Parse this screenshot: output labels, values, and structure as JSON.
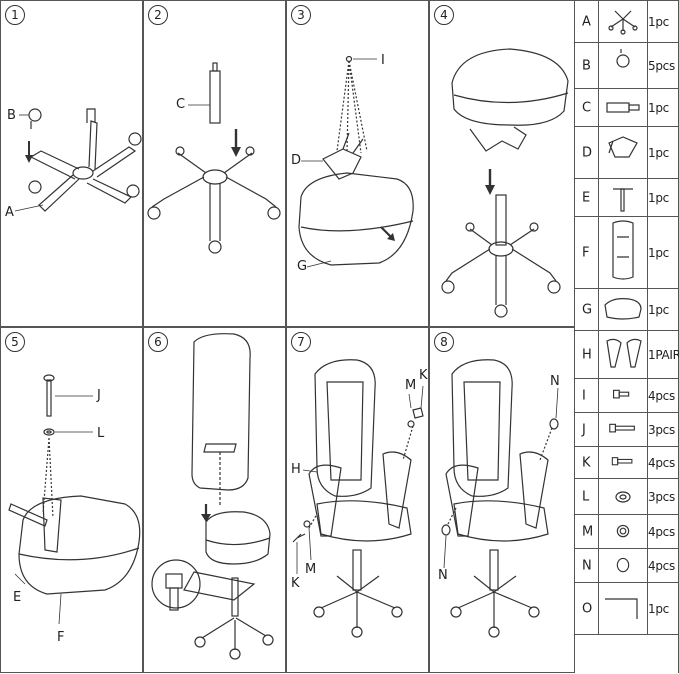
{
  "steps": [
    "1",
    "2",
    "3",
    "4",
    "5",
    "6",
    "7",
    "8"
  ],
  "callouts": {
    "s1": [
      "B",
      "A"
    ],
    "s2": [
      "C"
    ],
    "s3": [
      "I",
      "D",
      "G"
    ],
    "s5": [
      "J",
      "L",
      "E",
      "F"
    ],
    "s7": [
      "M",
      "K",
      "H",
      "K",
      "M"
    ],
    "s8": [
      "N",
      "N"
    ]
  },
  "parts": [
    {
      "letter": "A",
      "icon": "base-icon",
      "qty": "1pc"
    },
    {
      "letter": "B",
      "icon": "caster-icon",
      "qty": "5pcs"
    },
    {
      "letter": "C",
      "icon": "gas-lift-icon",
      "qty": "1pc"
    },
    {
      "letter": "D",
      "icon": "mechanism-icon",
      "qty": "1pc"
    },
    {
      "letter": "E",
      "icon": "handle-icon",
      "qty": "1pc"
    },
    {
      "letter": "F",
      "icon": "backrest-icon",
      "qty": "1pc"
    },
    {
      "letter": "G",
      "icon": "seat-icon",
      "qty": "1pc"
    },
    {
      "letter": "H",
      "icon": "armrest-icon",
      "qty": "1PAIR"
    },
    {
      "letter": "I",
      "icon": "short-bolt-icon",
      "qty": "4pcs"
    },
    {
      "letter": "J",
      "icon": "long-bolt-icon",
      "qty": "3pcs"
    },
    {
      "letter": "K",
      "icon": "bolt-icon",
      "qty": "4pcs"
    },
    {
      "letter": "L",
      "icon": "washer-icon",
      "qty": "3pcs"
    },
    {
      "letter": "M",
      "icon": "spring-washer-icon",
      "qty": "4pcs"
    },
    {
      "letter": "N",
      "icon": "cap-icon",
      "qty": "4pcs"
    },
    {
      "letter": "O",
      "icon": "hex-key-icon",
      "qty": "1pc"
    }
  ]
}
